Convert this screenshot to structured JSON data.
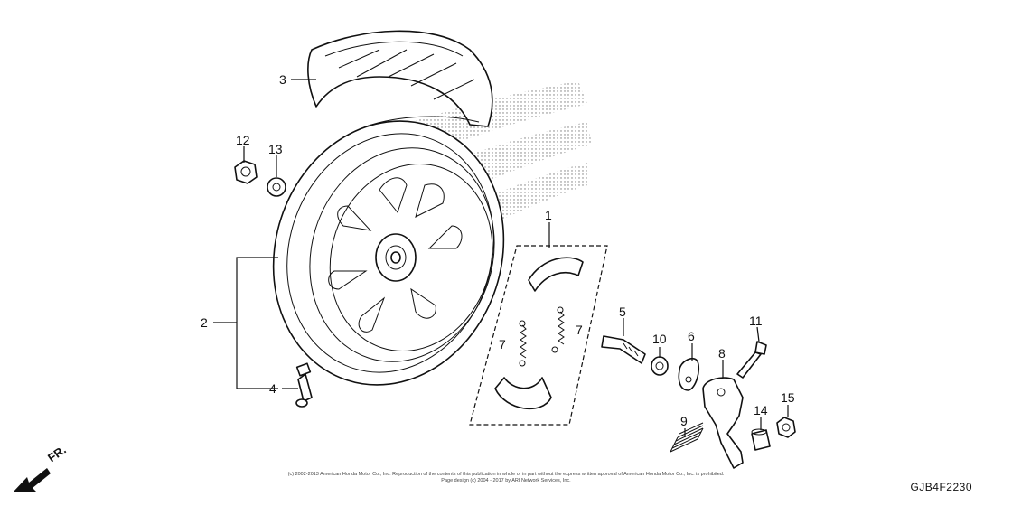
{
  "diagram": {
    "callouts": [
      {
        "id": "1",
        "label": "1"
      },
      {
        "id": "2",
        "label": "2"
      },
      {
        "id": "3",
        "label": "3"
      },
      {
        "id": "4",
        "label": "4"
      },
      {
        "id": "5",
        "label": "5"
      },
      {
        "id": "6",
        "label": "6"
      },
      {
        "id": "7a",
        "label": "7"
      },
      {
        "id": "7b",
        "label": "7"
      },
      {
        "id": "8",
        "label": "8"
      },
      {
        "id": "9",
        "label": "9"
      },
      {
        "id": "10",
        "label": "10"
      },
      {
        "id": "11",
        "label": "11"
      },
      {
        "id": "12",
        "label": "12"
      },
      {
        "id": "13",
        "label": "13"
      },
      {
        "id": "14",
        "label": "14"
      },
      {
        "id": "15",
        "label": "15"
      }
    ],
    "front_indicator": "FR.",
    "diagram_code": "GJB4F2230",
    "copyright_line1": "(c) 2002-2013 American Honda Motor Co., Inc. Reproduction of the contents of this publication in whole or in part without the express written approval of American Honda Motor Co., Inc. is prohibited.",
    "copyright_line2": "Page design (c) 2004 - 2017 by ARI Network Services, Inc."
  }
}
